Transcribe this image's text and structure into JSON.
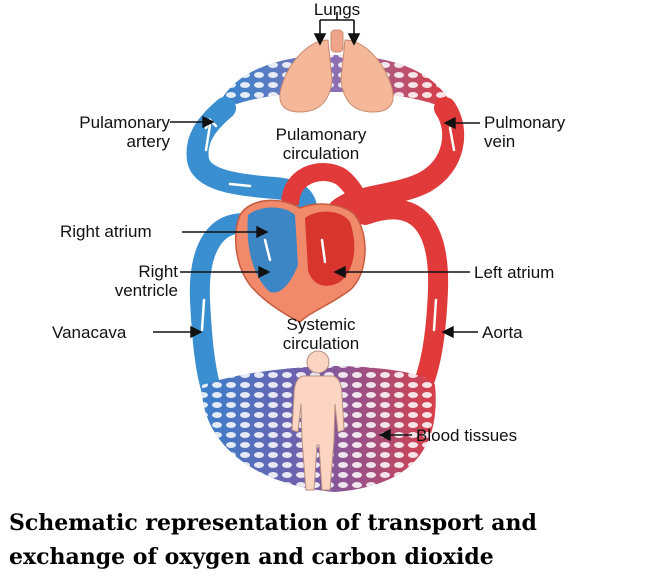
{
  "labels": {
    "lungs": "Lungs",
    "pulmonary_artery": [
      "Pulamonary",
      "artery"
    ],
    "pulmonary_circulation": [
      "Pulamonary",
      "circulation"
    ],
    "pulmonary_vein": [
      "Pulmonary",
      "vein"
    ],
    "right_atrium": "Right atrium",
    "right_ventricle": [
      "Right",
      "ventricle"
    ],
    "left_atrium": "Left atrium",
    "vena_cava": "Vanacava",
    "systemic_circulation": [
      "Systemic",
      "circulation"
    ],
    "aorta": "Aorta",
    "blood_tissues": "Blood tissues"
  },
  "caption": [
    "Schematic representation of transport and",
    "exchange of oxygen and carbon dioxide"
  ],
  "colors": {
    "deoxygenated": "#3a8fd0",
    "oxygenated": "#e03a3a",
    "capillary": "#8a6fb0",
    "lung": "#f4b79a",
    "body": "#fbd5c2",
    "heart": "#f08a6a"
  }
}
